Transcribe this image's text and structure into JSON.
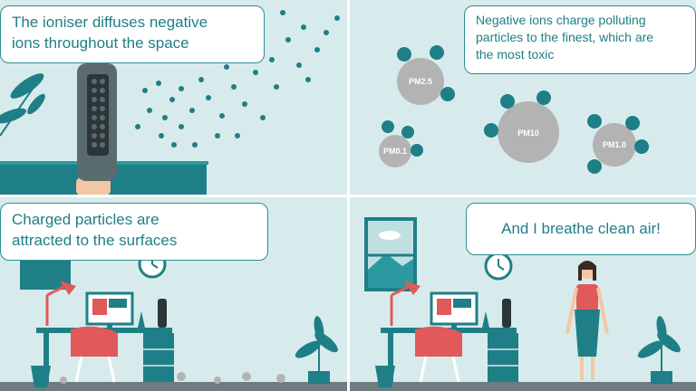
{
  "panels": [
    {
      "caption_lines": [
        "The ioniser diffuses negative",
        "ions throughout the space"
      ]
    },
    {
      "caption_lines": [
        "Negative ions charge polluting",
        "particles to the finest, which are",
        "the most toxic"
      ]
    },
    {
      "caption_lines": [
        "Charged particles are",
        "attracted to the surfaces"
      ]
    },
    {
      "caption_lines": [
        "And I breathe clean air!"
      ]
    }
  ],
  "particles": [
    {
      "label": "PM2.5"
    },
    {
      "label": "PM10"
    },
    {
      "label": "PM0.1"
    },
    {
      "label": "PM1.0"
    }
  ],
  "colors": {
    "panel_bg": "#d8ebec",
    "teal": "#1f7f86",
    "bubble_border": "#2a8f95",
    "particle_grey": "#b3b3b3",
    "chair_red": "#e05a5a",
    "device_grey": "#5a6b70"
  }
}
